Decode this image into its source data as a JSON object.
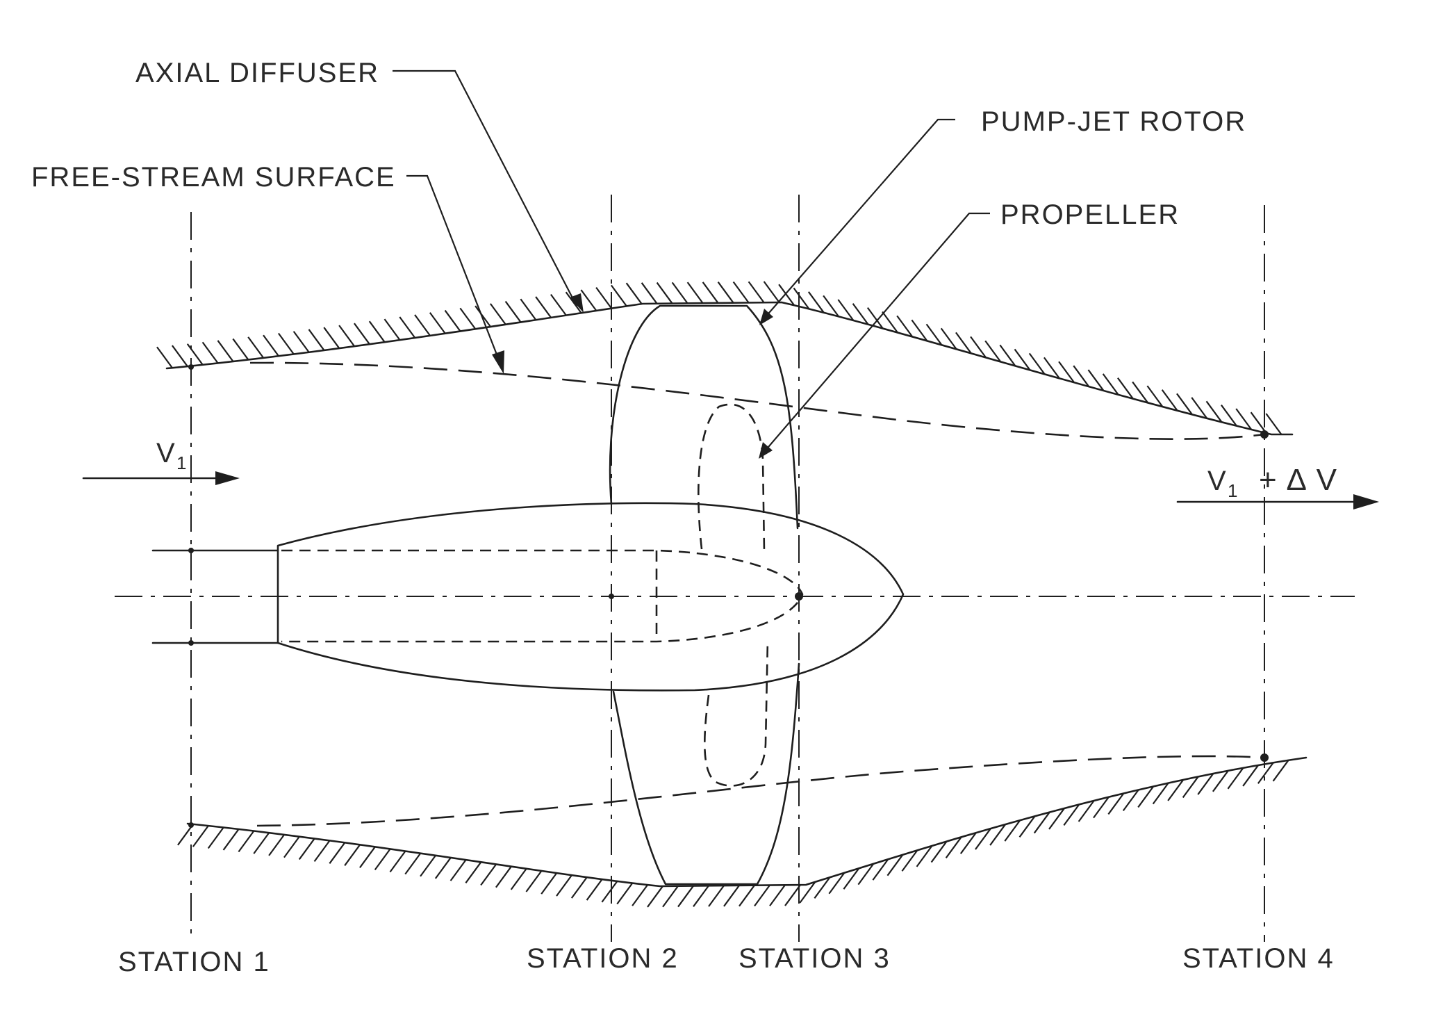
{
  "labels": {
    "axial_diffuser": "AXIAL DIFFUSER",
    "free_stream_surface": "FREE-STREAM SURFACE",
    "pump_jet_rotor": "PUMP-JET ROTOR",
    "propeller": "PROPELLER",
    "v1": "V",
    "v1_sub": "1",
    "v_out": "V",
    "v_out_sub": "1",
    "v_out_rest": "+ Δ V",
    "station_1": "STATION 1",
    "station_2": "STATION 2",
    "station_3": "STATION 3",
    "station_4": "STATION 4"
  }
}
